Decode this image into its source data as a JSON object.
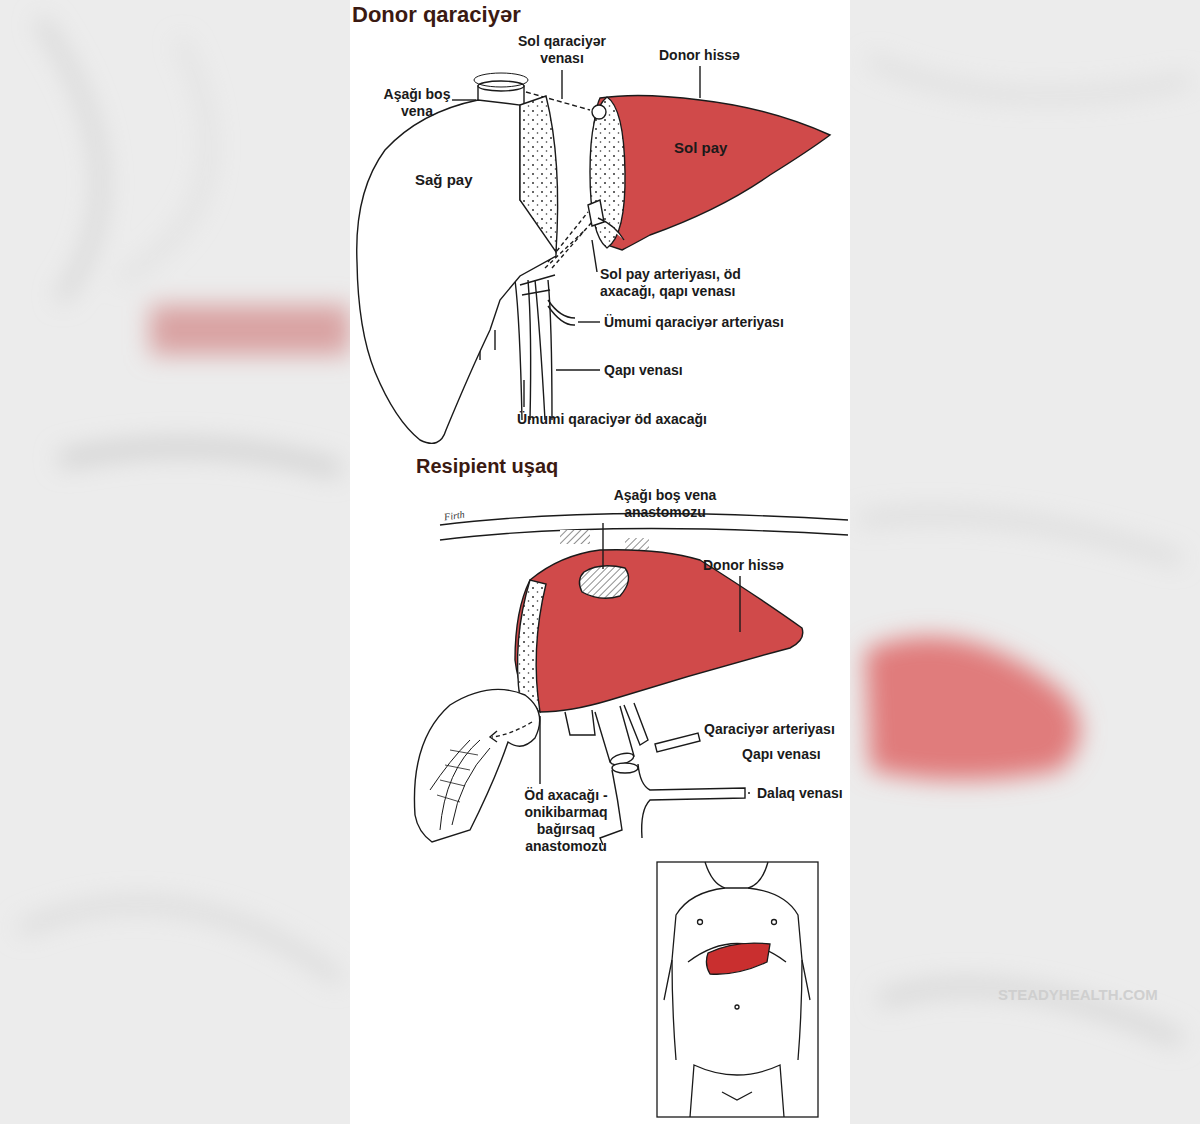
{
  "diagram": {
    "title": "Donor qaraciyər",
    "nodes": [
      {
        "text": [
          "Sağ pay"
        ]
      },
      {
        "text": [
          "Sol pay"
        ]
      }
    ],
    "labels": [
      "Sol qaraciyər venası",
      "Donor hissə",
      "Aşağı boş vena",
      "Sol pay arteriyası, öd axacağı, qapı venası",
      "Ümumi qaraciyər arteriyası",
      "Qapı venası",
      "Ümumi qaraciyər öd axacağı",
      "Resipient uşaq",
      "Firth",
      "Aşağı boş vena anastomozu",
      "Donor hissə",
      "Qaraciyər arteriyası",
      "Qapı venası",
      "Dalaq venası",
      "Öd axacağı - onikibarmaq bağırsaq anastomozu",
      "STEADYHEALTH.COM"
    ]
  }
}
